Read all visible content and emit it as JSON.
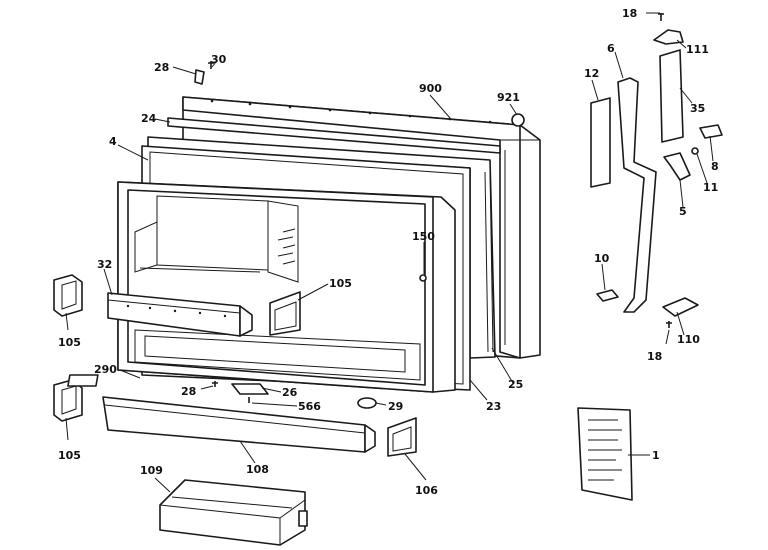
{
  "callouts": [
    {
      "id": "c-18-top",
      "text": "18"
    },
    {
      "id": "c-111",
      "text": "111"
    },
    {
      "id": "c-28-top",
      "text": "28"
    },
    {
      "id": "c-30",
      "text": "30"
    },
    {
      "id": "c-6",
      "text": "6"
    },
    {
      "id": "c-12",
      "text": "12"
    },
    {
      "id": "c-35",
      "text": "35"
    },
    {
      "id": "c-900",
      "text": "900"
    },
    {
      "id": "c-921",
      "text": "921"
    },
    {
      "id": "c-24",
      "text": "24"
    },
    {
      "id": "c-8-right",
      "text": "8"
    },
    {
      "id": "c-4",
      "text": "4"
    },
    {
      "id": "c-11",
      "text": "11"
    },
    {
      "id": "c-5",
      "text": "5"
    },
    {
      "id": "c-150",
      "text": "150"
    },
    {
      "id": "c-32",
      "text": "32"
    },
    {
      "id": "c-105-mid",
      "text": "105"
    },
    {
      "id": "c-10",
      "text": "10"
    },
    {
      "id": "c-105-left-top",
      "text": "105"
    },
    {
      "id": "c-110",
      "text": "110"
    },
    {
      "id": "c-18-bottom",
      "text": "18"
    },
    {
      "id": "c-290",
      "text": "290"
    },
    {
      "id": "c-28-bottom",
      "text": "28"
    },
    {
      "id": "c-26",
      "text": "26"
    },
    {
      "id": "c-25",
      "text": "25"
    },
    {
      "id": "c-566",
      "text": "566"
    },
    {
      "id": "c-29",
      "text": "29"
    },
    {
      "id": "c-23",
      "text": "23"
    },
    {
      "id": "c-1",
      "text": "1"
    },
    {
      "id": "c-105-left-bottom",
      "text": "105"
    },
    {
      "id": "c-108",
      "text": "108"
    },
    {
      "id": "c-106",
      "text": "106"
    },
    {
      "id": "c-109",
      "text": "109"
    }
  ]
}
